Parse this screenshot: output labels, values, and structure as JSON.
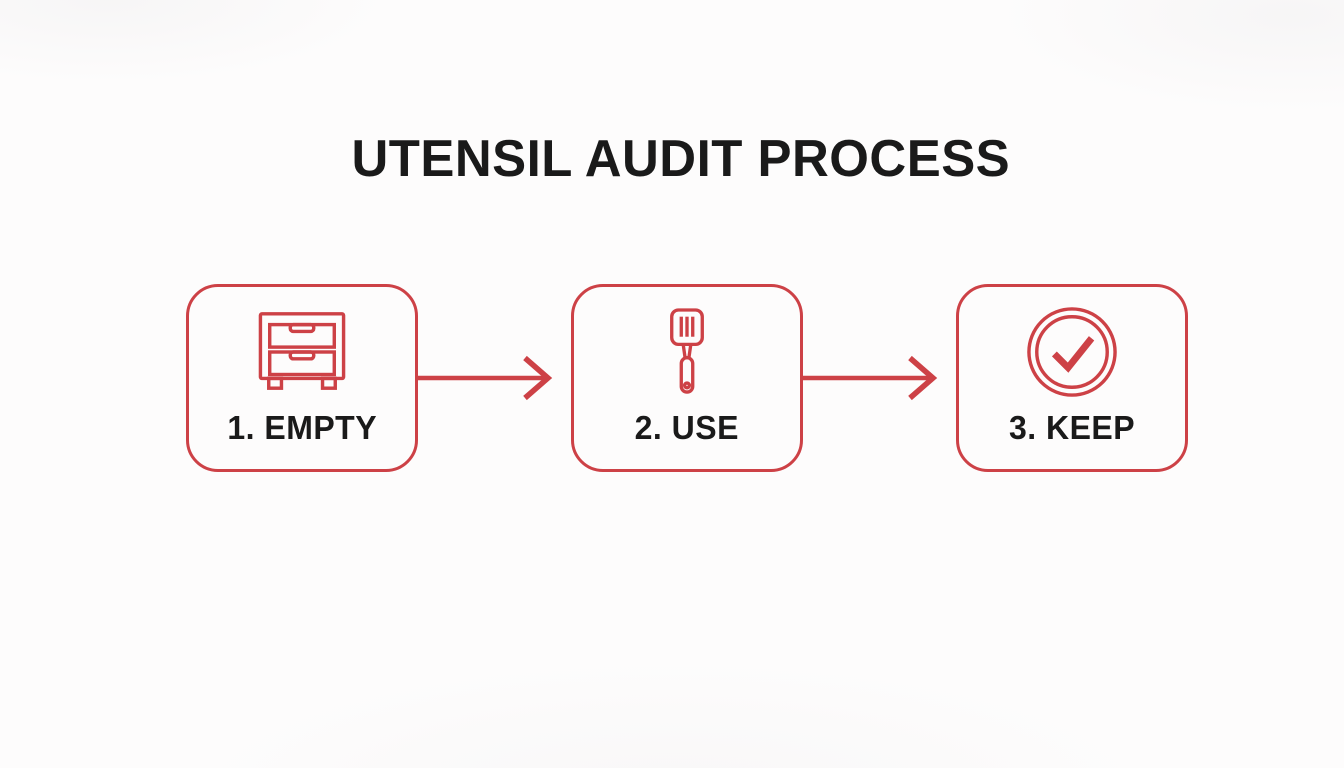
{
  "page": {
    "title": "UTENSIL AUDIT PROCESS"
  },
  "theme": {
    "accent": "#cd4146",
    "text": "#1a1a1a",
    "background": "#fdfcfc"
  },
  "steps": [
    {
      "label": "1. EMPTY",
      "icon": "drawer-cabinet-icon"
    },
    {
      "label": "2. USE",
      "icon": "spatula-icon"
    },
    {
      "label": "3. KEEP",
      "icon": "check-circle-icon"
    }
  ],
  "connectors": [
    {
      "type": "arrow-right"
    },
    {
      "type": "arrow-right"
    }
  ]
}
